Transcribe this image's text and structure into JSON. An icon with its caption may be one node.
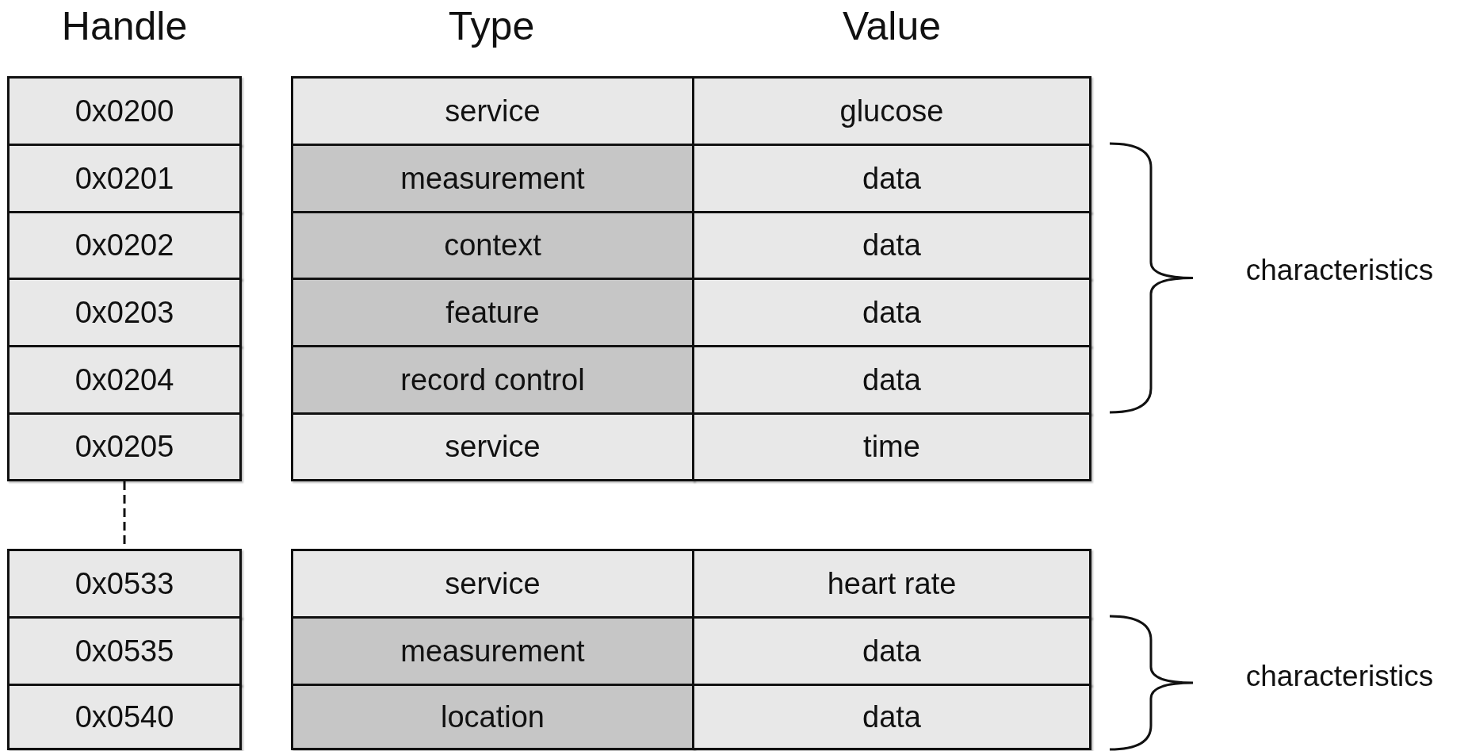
{
  "diagram": {
    "nodes": [
      {
        "text": [
          "0x0200"
        ]
      },
      {
        "text": [
          "service"
        ]
      },
      {
        "text": [
          "glucose"
        ]
      },
      {
        "text": [
          "0x0201"
        ]
      },
      {
        "text": [
          "measurement"
        ]
      },
      {
        "text": [
          "data"
        ]
      },
      {
        "text": [
          "0x0202"
        ]
      },
      {
        "text": [
          "context"
        ]
      },
      {
        "text": [
          "data"
        ]
      },
      {
        "text": [
          "0x0203"
        ]
      },
      {
        "text": [
          "feature"
        ]
      },
      {
        "text": [
          "data"
        ]
      },
      {
        "text": [
          "0x0204"
        ]
      },
      {
        "text": [
          "record control"
        ]
      },
      {
        "text": [
          "data"
        ]
      },
      {
        "text": [
          "0x0205"
        ]
      },
      {
        "text": [
          "service"
        ]
      },
      {
        "text": [
          "time"
        ]
      },
      {
        "text": [
          "0x0533"
        ]
      },
      {
        "text": [
          "service"
        ]
      },
      {
        "text": [
          "heart rate"
        ]
      },
      {
        "text": [
          "0x0535"
        ]
      },
      {
        "text": [
          "measurement"
        ]
      },
      {
        "text": [
          "data"
        ]
      },
      {
        "text": [
          "0x0540"
        ]
      },
      {
        "text": [
          "location"
        ]
      },
      {
        "text": [
          "data"
        ]
      }
    ],
    "edges": [
      {
        "from": 15,
        "to": 18,
        "arrow": "none",
        "style": "dashed"
      }
    ],
    "labels": [
      "Handle",
      "Type",
      "Value",
      "characteristics",
      "characteristics"
    ]
  }
}
